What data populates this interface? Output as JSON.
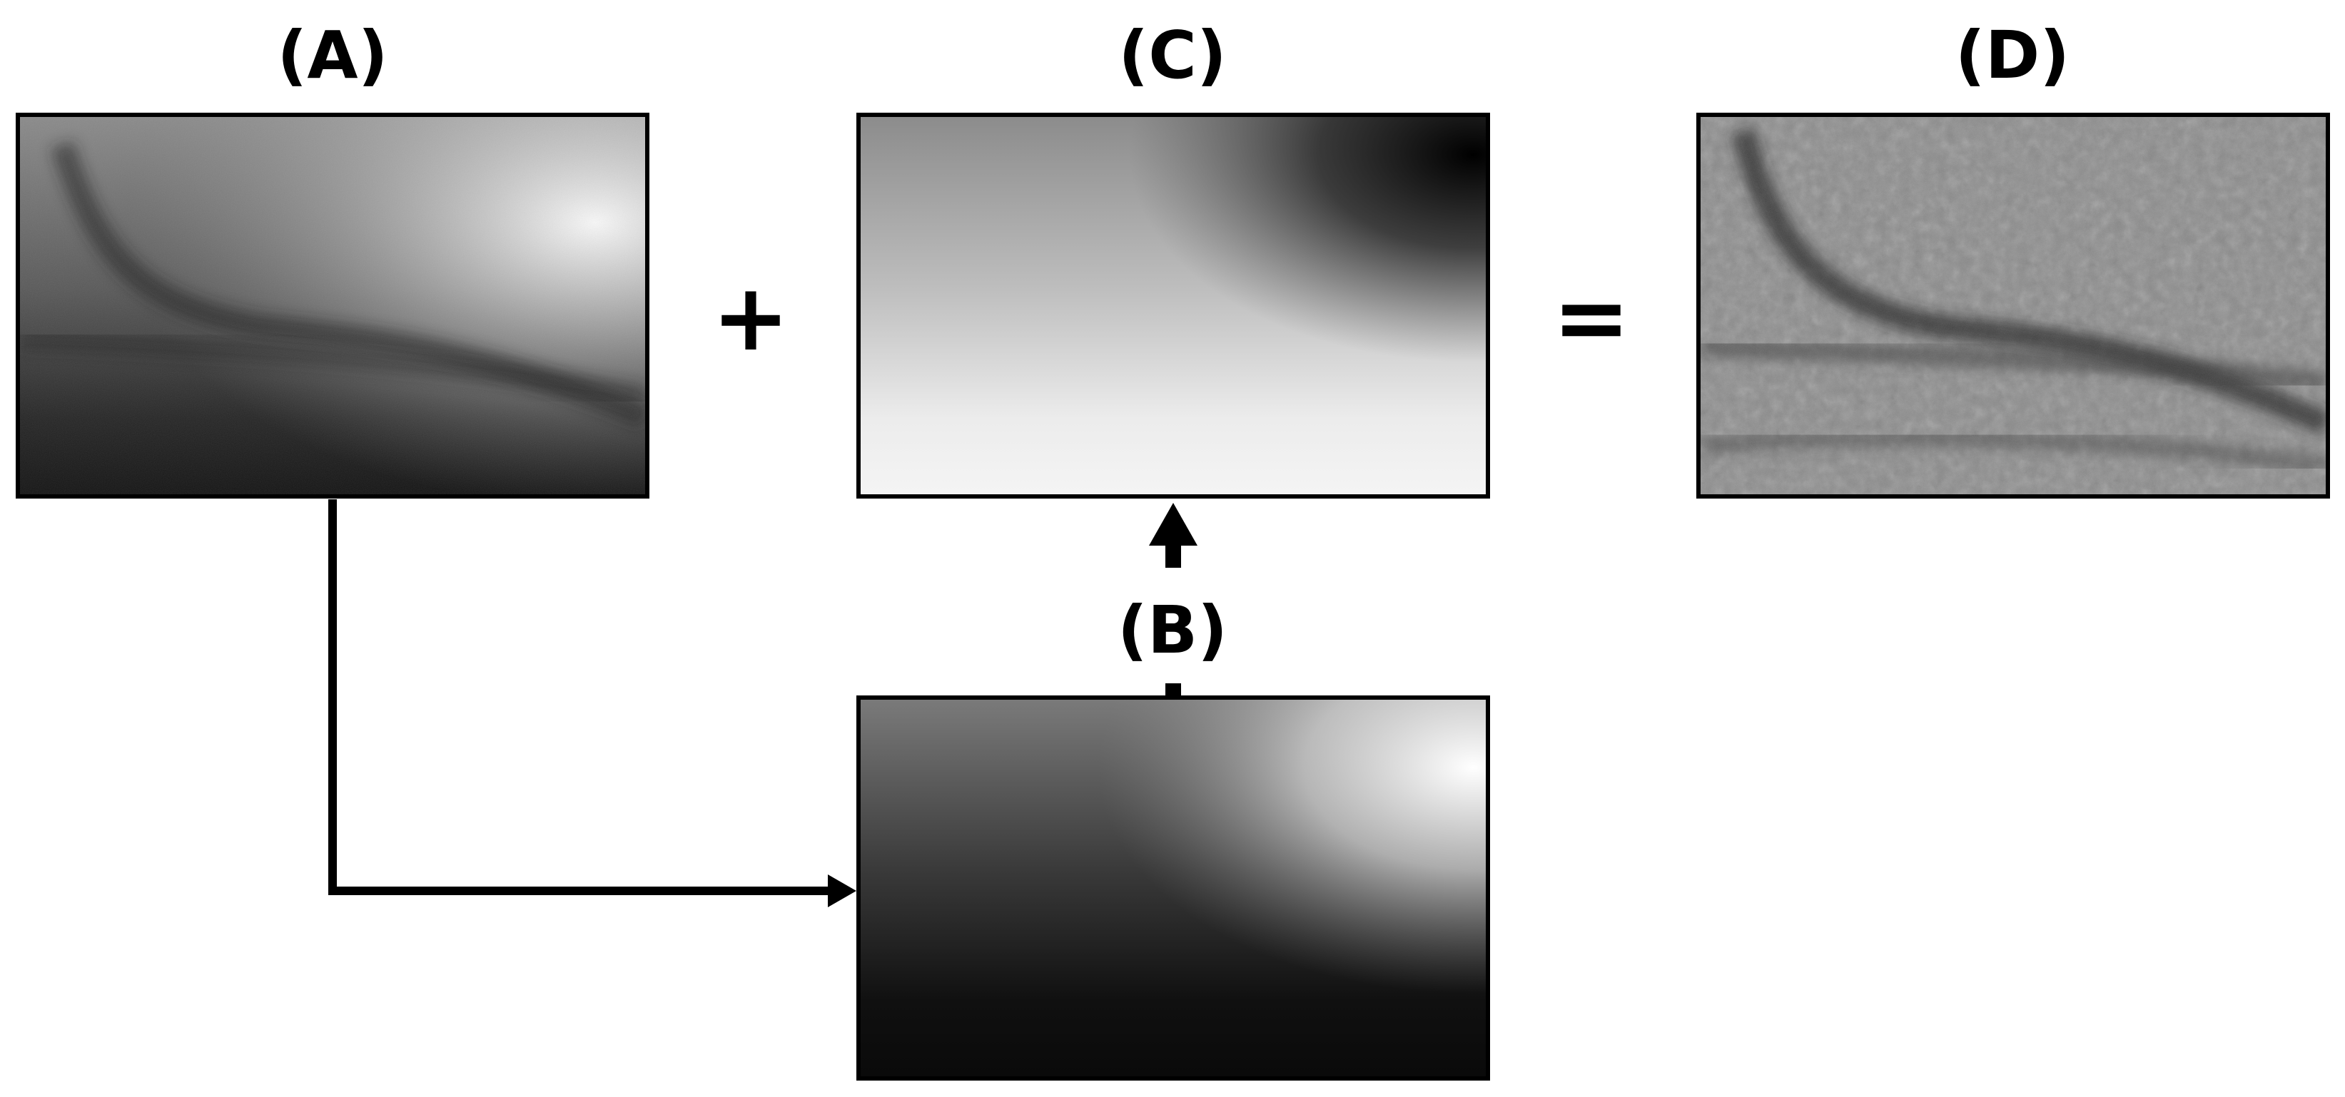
{
  "panels": {
    "a": {
      "label": "(A)"
    },
    "b": {
      "label": "(B)"
    },
    "c": {
      "label": "(C)"
    },
    "d": {
      "label": "(D)"
    }
  },
  "operators": {
    "plus": "+",
    "equals": "="
  }
}
